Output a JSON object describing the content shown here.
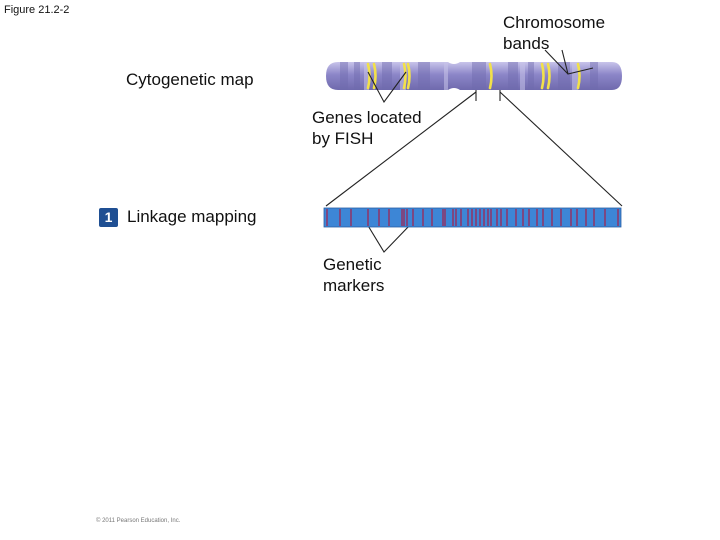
{
  "figure_label": "Figure 21.2-2",
  "labels": {
    "chromosome_bands": "Chromosome\nbands",
    "cytogenetic_map": "Cytogenetic map",
    "genes_fish": "Genes located\nby FISH",
    "linkage_mapping": "Linkage mapping",
    "genetic_markers": "Genetic\nmarkers"
  },
  "step": {
    "number": "1"
  },
  "copyright": "© 2011 Pearson Education, Inc.",
  "colors": {
    "chromosome_body": "#8c86c8",
    "chromosome_light": "#c8c4ea",
    "chromosome_dark": "#6f6aad",
    "fish_gene_band": "#f2e14a",
    "linkage_bar": "#3d86d6",
    "marker_line": "#a7204a",
    "step_badge": "#1f4f93",
    "connector": "#222222"
  }
}
